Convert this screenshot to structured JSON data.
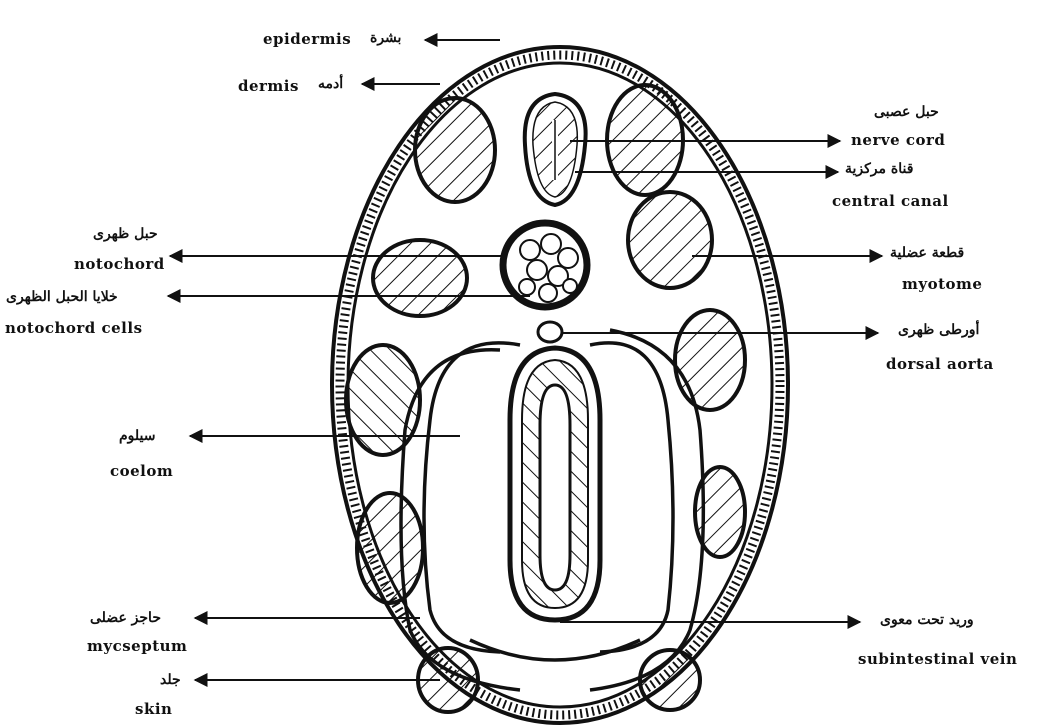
{
  "labels": {
    "epidermis": {
      "en": "epidermis",
      "ar": "بشرة"
    },
    "dermis": {
      "en": "dermis",
      "ar": "أدمه"
    },
    "nerve_cord": {
      "en": "nerve cord",
      "ar": "حبل عصبى"
    },
    "central_canal": {
      "en": "central canal",
      "ar": "قناة مركزية"
    },
    "notochord": {
      "en": "notochord",
      "ar": "حبل ظهرى"
    },
    "myotome": {
      "en": "myotome",
      "ar": "قطعة عضلية"
    },
    "notochord_cells": {
      "en": "notochord cells",
      "ar": "خلايا الحبل الظهرى"
    },
    "dorsal_aorta": {
      "en": "dorsal aorta",
      "ar": "أورطى ظهرى"
    },
    "coelom": {
      "en": "coelom",
      "ar": "سيلوم"
    },
    "myoseptum": {
      "en": "mycseptum",
      "ar": "حاجز عضلى"
    },
    "subintestinal_vein": {
      "en": "subintestinal vein",
      "ar": "وريد تحت معوى"
    },
    "skin": {
      "en": "skin",
      "ar": "جلد"
    }
  }
}
